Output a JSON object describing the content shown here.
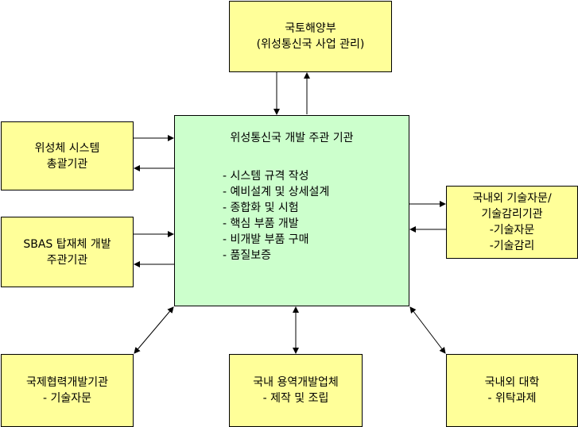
{
  "boxes": {
    "top": {
      "lines": [
        "국토해양부",
        "(위성통신국 사업 관리)"
      ]
    },
    "left1": {
      "lines": [
        "위성체 시스템",
        "총괄기관"
      ]
    },
    "left2": {
      "lines": [
        "SBAS 탑재체 개발",
        "주관기관"
      ]
    },
    "right": {
      "lines": [
        "국내외 기술자문/",
        "기술감리기관",
        "-기술자문",
        "-기술감리"
      ]
    },
    "bottom_left": {
      "lines": [
        "국제협력개발기관",
        "- 기술자문"
      ]
    },
    "bottom_mid": {
      "lines": [
        "국내 용역개발업체",
        "- 제작 및 조립"
      ]
    },
    "bottom_right": {
      "lines": [
        "국내외 대학",
        "- 위탁과제"
      ]
    },
    "center": {
      "title": "위성통신국 개발 주관 기관",
      "items": [
        "- 시스템 규격 작성",
        "- 예비설계 및 상세설계",
        "- 종합화 및 시험",
        "- 핵심 부품 개발",
        "- 비개발 부품 구매",
        "- 품질보증"
      ]
    }
  },
  "colors": {
    "peripheral_fill": "#ffff99",
    "center_fill": "#ccffcc",
    "stroke": "#000000"
  }
}
